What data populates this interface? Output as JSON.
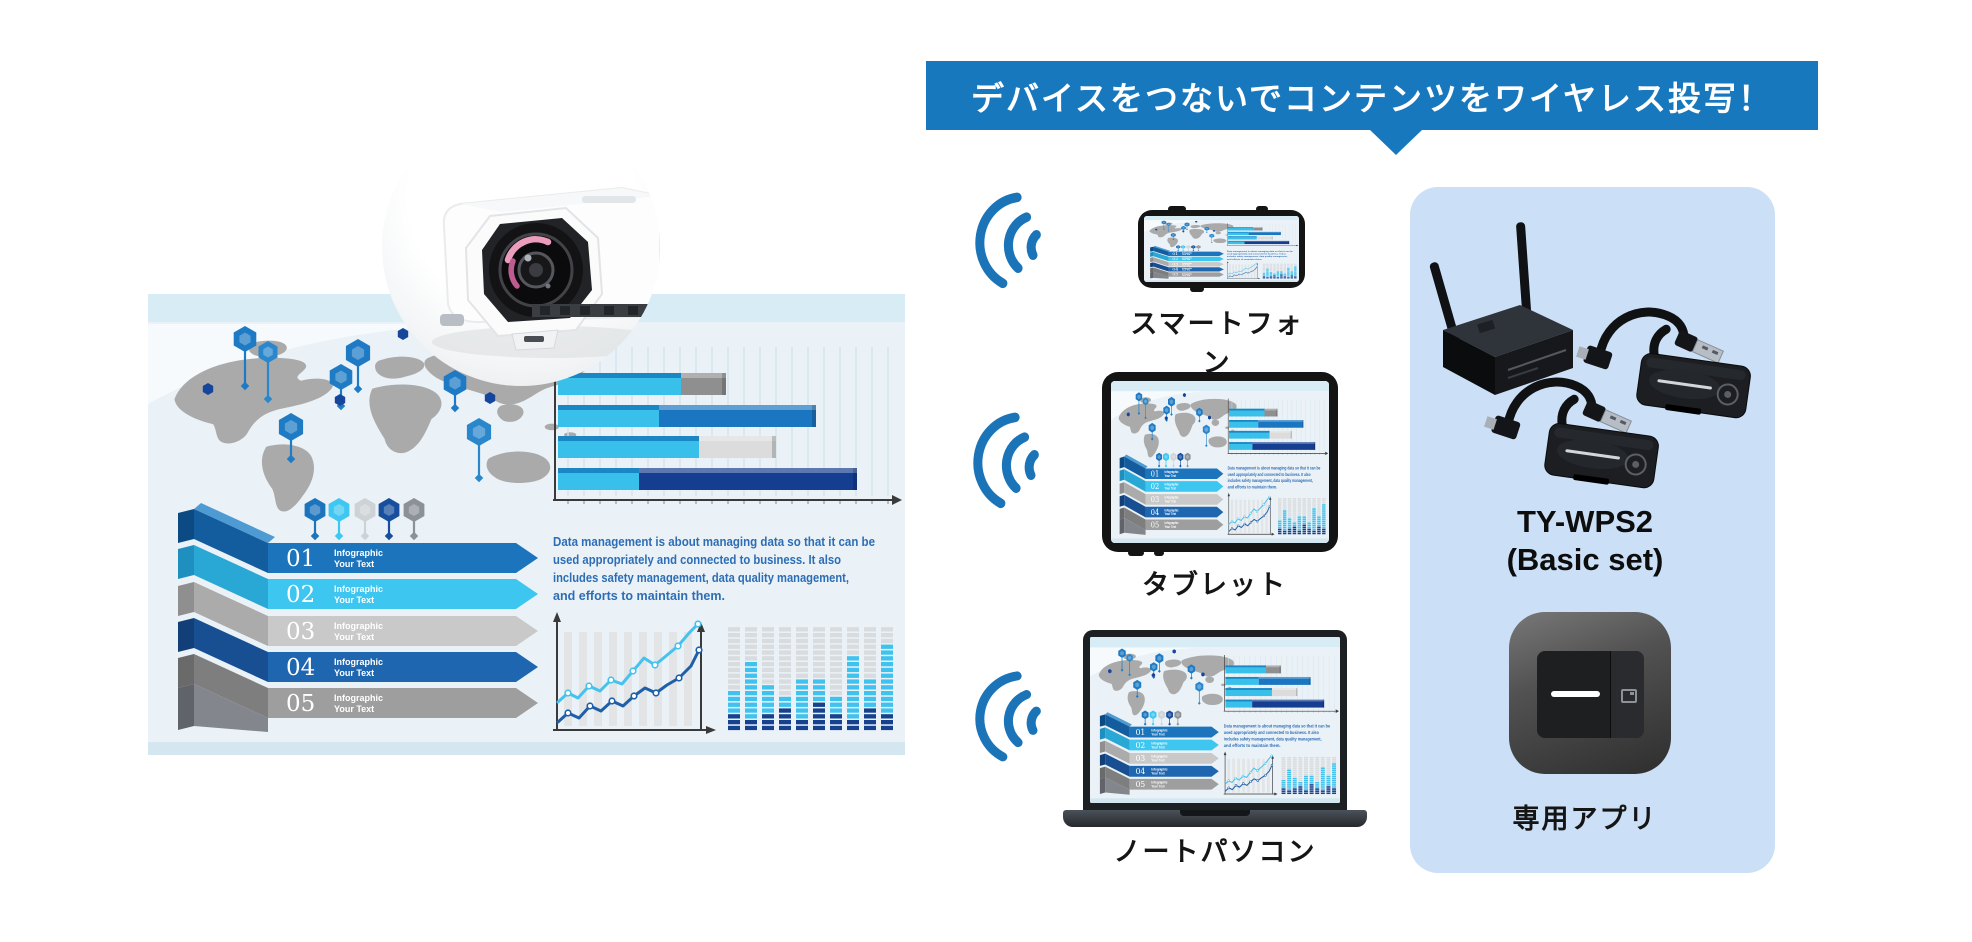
{
  "banner": {
    "label": "デバイスをつないでコンテンツをワイヤレス投写！"
  },
  "devices": {
    "smartphone": {
      "label": "スマートフォン"
    },
    "tablet": {
      "label": "タブレット"
    },
    "laptop": {
      "label": "ノートパソコン"
    }
  },
  "product_panel": {
    "model": "TY-WPS2",
    "variant": "(Basic set)",
    "app_label": "専用アプリ"
  },
  "colors": {
    "banner_bg": "#1878BE",
    "wifi_blue": "#1B74B8",
    "panel_bg": "#CBE0F6",
    "slide_bg": "#EAF2F7"
  },
  "slide": {
    "paragraph_lines": [
      "Data management is about managing data so that it can be",
      "used appropriately and connected to business. It also",
      "includes safety management, data quality management,",
      "and efforts to maintain them."
    ],
    "steps": [
      {
        "num": "01",
        "line1": "Infographic",
        "line2": "Your Text",
        "color": "#1B74BC",
        "fold": "#135C9E",
        "side": "#0C4A84"
      },
      {
        "num": "02",
        "line1": "Infographic",
        "line2": "Your Text",
        "color": "#3CC6F0",
        "fold": "#29A8D6",
        "side": "#1F8FC0"
      },
      {
        "num": "03",
        "line1": "Infographic",
        "line2": "Your Text",
        "color": "#C9C9C9",
        "fold": "#ABABAB",
        "side": "#8F8F8F"
      },
      {
        "num": "04",
        "line1": "Infographic",
        "line2": "Your Text",
        "color": "#1F66B0",
        "fold": "#174F92",
        "side": "#123F78"
      },
      {
        "num": "05",
        "line1": "Infographic",
        "line2": "Your Text",
        "color": "#9E9E9E",
        "fold": "#7E7E7E",
        "side": "#6A6A6A"
      }
    ],
    "bar_chart": {
      "type": "bar",
      "primary_color": "#38BFEA",
      "bars": [
        {
          "primary": 123,
          "secondary": 45,
          "secondary_color": "#8F8F8F"
        },
        {
          "primary": 101,
          "secondary": 157,
          "secondary_color": "#1B76C2"
        },
        {
          "primary": 141,
          "secondary": 77,
          "secondary_color": "#DCDCDC"
        },
        {
          "primary": 81,
          "secondary": 218,
          "secondary_color": "#153E90"
        }
      ]
    },
    "line_chart": {
      "type": "line",
      "series": [
        {
          "color": "#45C2EE",
          "points": [
            [
              410,
              408
            ],
            [
              420,
              399
            ],
            [
              430,
              404
            ],
            [
              441,
              392
            ],
            [
              452,
              397
            ],
            [
              463,
              386
            ],
            [
              474,
              390
            ],
            [
              485,
              377
            ],
            [
              496,
              364
            ],
            [
              507,
              371
            ],
            [
              518,
              362
            ],
            [
              530,
              352
            ],
            [
              542,
              338
            ],
            [
              550,
              330
            ]
          ]
        },
        {
          "color": "#1F5FA8",
          "points": [
            [
              410,
              428
            ],
            [
              420,
              419
            ],
            [
              431,
              424
            ],
            [
              442,
              412
            ],
            [
              453,
              417
            ],
            [
              464,
              407
            ],
            [
              475,
              412
            ],
            [
              486,
              402
            ],
            [
              497,
              394
            ],
            [
              508,
              399
            ],
            [
              519,
              391
            ],
            [
              531,
              384
            ],
            [
              543,
              372
            ],
            [
              551,
              356
            ]
          ]
        }
      ]
    },
    "equalizer": {
      "type": "bar",
      "colors": {
        "navy": "#15418F",
        "cyan": "#3FC2EE",
        "gray": "#D9DCDE"
      },
      "total_cells": 18,
      "columns": [
        [
          3,
          4
        ],
        [
          2,
          10
        ],
        [
          3,
          5
        ],
        [
          4,
          2
        ],
        [
          2,
          7
        ],
        [
          5,
          4
        ],
        [
          3,
          3
        ],
        [
          2,
          11
        ],
        [
          4,
          5
        ],
        [
          3,
          12
        ]
      ]
    }
  }
}
